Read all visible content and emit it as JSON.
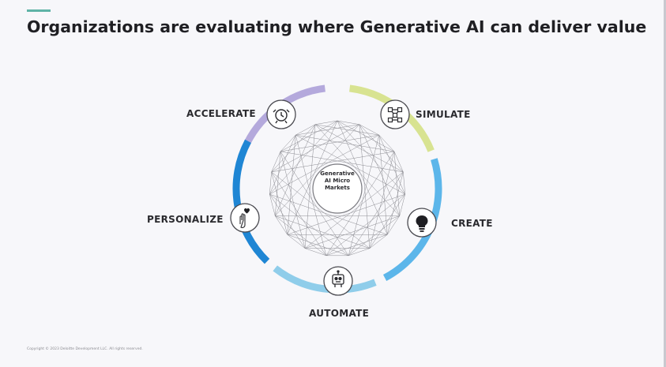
{
  "slide": {
    "title": "Organizations are evaluating where Generative AI can deliver value",
    "footer": "Copyright © 2023 Deloitte Development LLC. All rights reserved.",
    "accent_color": "#5fb3a6"
  },
  "diagram": {
    "center": [
      "Generative",
      "AI Micro",
      "Markets"
    ],
    "segments": [
      {
        "label": "ACCELERATE",
        "icon": "alarm-clock-icon",
        "color": "#b4a9dc"
      },
      {
        "label": "SIMULATE",
        "icon": "network-nodes-icon",
        "color": "#d8e391"
      },
      {
        "label": "CREATE",
        "icon": "lightbulb-icon",
        "color": "#5cb6ea"
      },
      {
        "label": "AUTOMATE",
        "icon": "robot-icon",
        "color": "#8fcdea"
      },
      {
        "label": "PERSONALIZE",
        "icon": "hand-heart-icon",
        "color": "#1f86d4"
      }
    ]
  }
}
